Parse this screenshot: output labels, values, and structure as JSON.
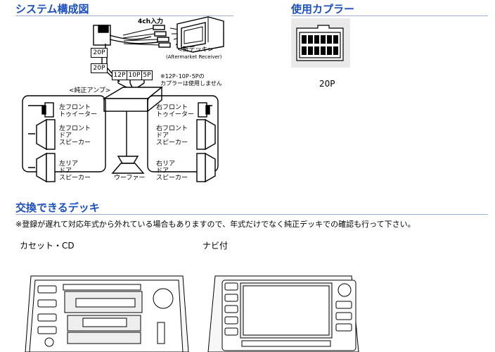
{
  "headings": {
    "system": "システム構成図",
    "coupler": "使用カプラー",
    "decks": "交換できるデッキ"
  },
  "diagram": {
    "input_label": "4ch入力",
    "new_deck_label": "<新デッキ>",
    "new_deck_sub": "(Aftermarket Receiver)",
    "conn_20p_a": "20P",
    "conn_20p_b": "20P",
    "conn_12p": "12P",
    "conn_10p": "10P",
    "conn_5p": "5P",
    "note": "※12P･10P･5Pの\nカプラーは使用しません",
    "amp_label": "<純正アンプ>",
    "front_left_tweeter": "左フロント\nトゥイーター",
    "front_right_tweeter": "右フロント\nトゥイーター",
    "front_left_door": "左フロント\nドア\nスピーカー",
    "front_right_door": "右フロント\nドア\nスピーカー",
    "rear_left_door": "左リア\nドア\nスピーカー",
    "rear_right_door": "右リア\nドア\nスピーカー",
    "woofer": "ウーファー"
  },
  "coupler_label": "20P",
  "notice": "※登録が遅れて対応年式から外れている場合もありますので、年式だけでなく純正デッキでの確認も行って下さい。",
  "decks": [
    {
      "label": "カセット・CD"
    },
    {
      "label": "ナビ付"
    }
  ]
}
